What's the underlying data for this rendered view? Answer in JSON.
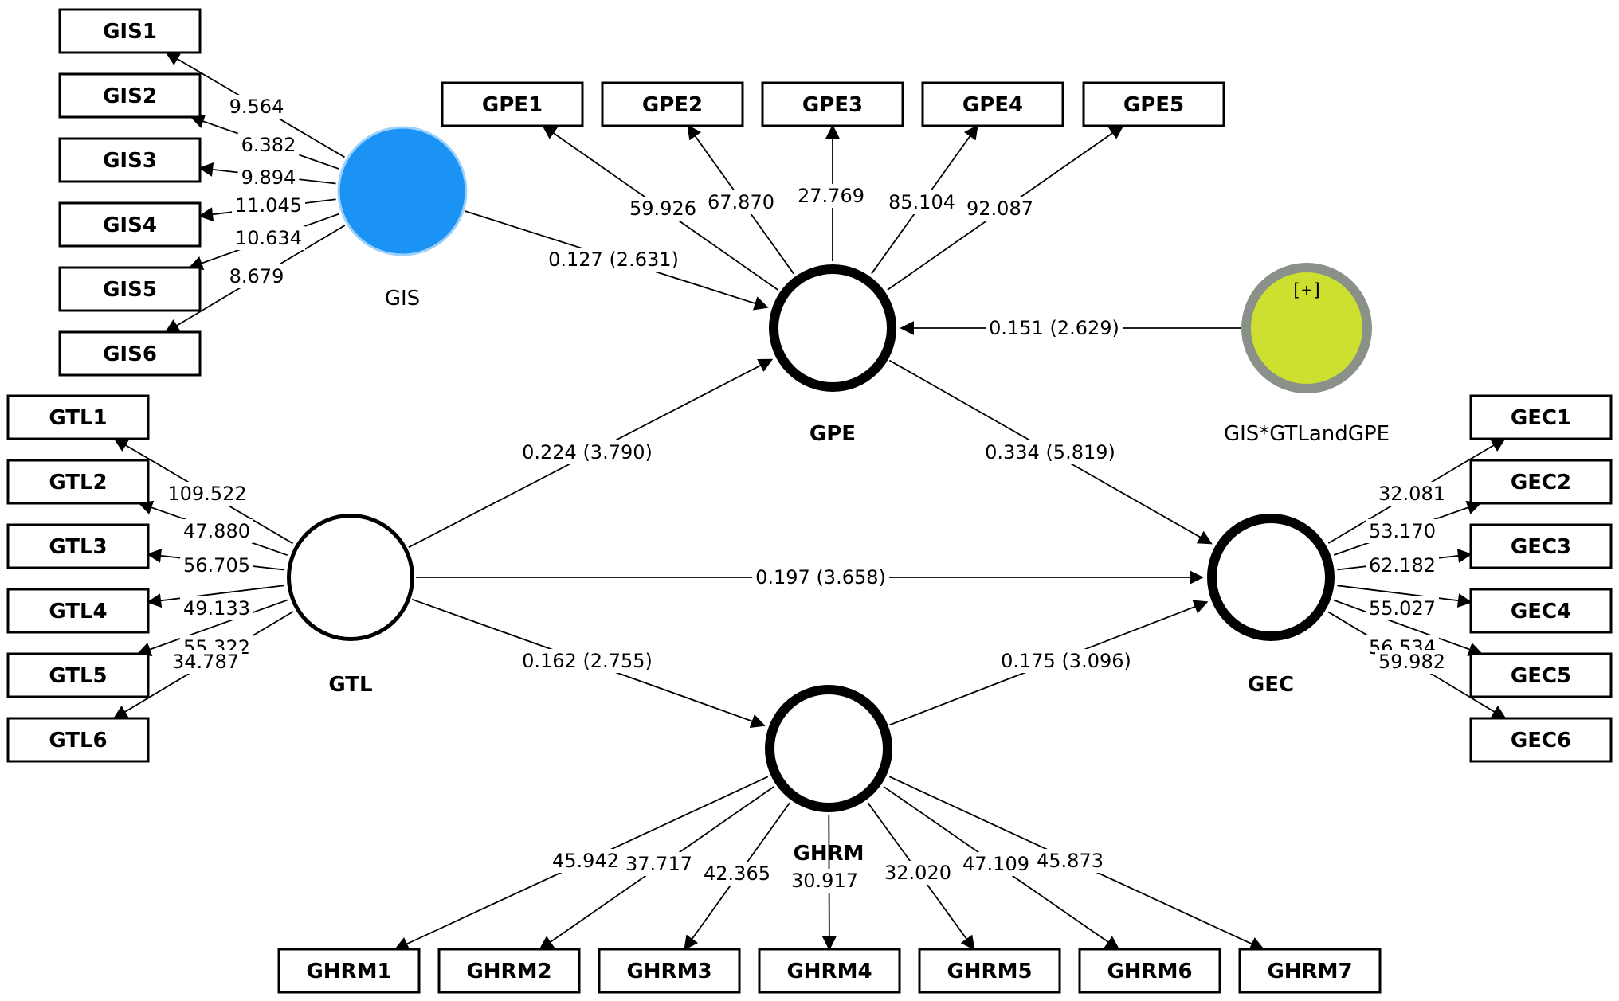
{
  "colors": {
    "gis_fill": "#1a93f5",
    "gis_stroke": "#9ad0fb",
    "moderator_fill": "#cde030",
    "moderator_ring": "#8a9188",
    "line": "#000000"
  },
  "latent_variables": [
    {
      "id": "GIS",
      "label": "GIS",
      "style": "filled-blue"
    },
    {
      "id": "GPE",
      "label": "GPE",
      "style": "thick-ring"
    },
    {
      "id": "GTL",
      "label": "GTL",
      "style": "ring"
    },
    {
      "id": "GEC",
      "label": "GEC",
      "style": "thick-ring"
    },
    {
      "id": "GHRM",
      "label": "GHRM",
      "style": "thick-ring"
    },
    {
      "id": "MOD",
      "label": "GIS*GTLandGPE",
      "style": "moderator",
      "symbol": "[+]"
    }
  ],
  "indicators": [
    {
      "id": "GIS1",
      "label": "GIS1",
      "latent": "GIS",
      "loading": "9.564"
    },
    {
      "id": "GIS2",
      "label": "GIS2",
      "latent": "GIS",
      "loading": "6.382"
    },
    {
      "id": "GIS3",
      "label": "GIS3",
      "latent": "GIS",
      "loading": "9.894"
    },
    {
      "id": "GIS4",
      "label": "GIS4",
      "latent": "GIS",
      "loading": "11.045"
    },
    {
      "id": "GIS5",
      "label": "GIS5",
      "latent": "GIS",
      "loading": "10.634"
    },
    {
      "id": "GIS6",
      "label": "GIS6",
      "latent": "GIS",
      "loading": "8.679"
    },
    {
      "id": "GPE1",
      "label": "GPE1",
      "latent": "GPE",
      "loading": "59.926"
    },
    {
      "id": "GPE2",
      "label": "GPE2",
      "latent": "GPE",
      "loading": "67.870"
    },
    {
      "id": "GPE3",
      "label": "GPE3",
      "latent": "GPE",
      "loading": "27.769"
    },
    {
      "id": "GPE4",
      "label": "GPE4",
      "latent": "GPE",
      "loading": "85.104"
    },
    {
      "id": "GPE5",
      "label": "GPE5",
      "latent": "GPE",
      "loading": "92.087"
    },
    {
      "id": "GTL1",
      "label": "GTL1",
      "latent": "GTL",
      "loading": "109.522"
    },
    {
      "id": "GTL2",
      "label": "GTL2",
      "latent": "GTL",
      "loading": "47.880"
    },
    {
      "id": "GTL3",
      "label": "GTL3",
      "latent": "GTL",
      "loading": "56.705"
    },
    {
      "id": "GTL4",
      "label": "GTL4",
      "latent": "GTL",
      "loading": "49.133"
    },
    {
      "id": "GTL5",
      "label": "GTL5",
      "latent": "GTL",
      "loading": "55.322"
    },
    {
      "id": "GTL6",
      "label": "GTL6",
      "latent": "GTL",
      "loading": "34.787"
    },
    {
      "id": "GEC1",
      "label": "GEC1",
      "latent": "GEC",
      "loading": "32.081"
    },
    {
      "id": "GEC2",
      "label": "GEC2",
      "latent": "GEC",
      "loading": "53.170"
    },
    {
      "id": "GEC3",
      "label": "GEC3",
      "latent": "GEC",
      "loading": "62.182"
    },
    {
      "id": "GEC4",
      "label": "GEC4",
      "latent": "GEC",
      "loading": "55.027"
    },
    {
      "id": "GEC5",
      "label": "GEC5",
      "latent": "GEC",
      "loading": "56.534"
    },
    {
      "id": "GEC6",
      "label": "GEC6",
      "latent": "GEC",
      "loading": "59.982"
    },
    {
      "id": "GHRM1",
      "label": "GHRM1",
      "latent": "GHRM",
      "loading": "45.942"
    },
    {
      "id": "GHRM2",
      "label": "GHRM2",
      "latent": "GHRM",
      "loading": "37.717"
    },
    {
      "id": "GHRM3",
      "label": "GHRM3",
      "latent": "GHRM",
      "loading": "42.365"
    },
    {
      "id": "GHRM4",
      "label": "GHRM4",
      "latent": "GHRM",
      "loading": "30.917"
    },
    {
      "id": "GHRM5",
      "label": "GHRM5",
      "latent": "GHRM",
      "loading": "32.020"
    },
    {
      "id": "GHRM6",
      "label": "GHRM6",
      "latent": "GHRM",
      "loading": "47.109"
    },
    {
      "id": "GHRM7",
      "label": "GHRM7",
      "latent": "GHRM",
      "loading": "45.873"
    }
  ],
  "paths": [
    {
      "from": "GIS",
      "to": "GPE",
      "label": "0.127 (2.631)"
    },
    {
      "from": "MOD",
      "to": "GPE",
      "label": "0.151 (2.629)"
    },
    {
      "from": "GTL",
      "to": "GPE",
      "label": "0.224 (3.790)"
    },
    {
      "from": "GPE",
      "to": "GEC",
      "label": "0.334 (5.819)"
    },
    {
      "from": "GTL",
      "to": "GEC",
      "label": "0.197 (3.658)"
    },
    {
      "from": "GTL",
      "to": "GHRM",
      "label": "0.162 (2.755)"
    },
    {
      "from": "GHRM",
      "to": "GEC",
      "label": "0.175 (3.096)"
    }
  ]
}
